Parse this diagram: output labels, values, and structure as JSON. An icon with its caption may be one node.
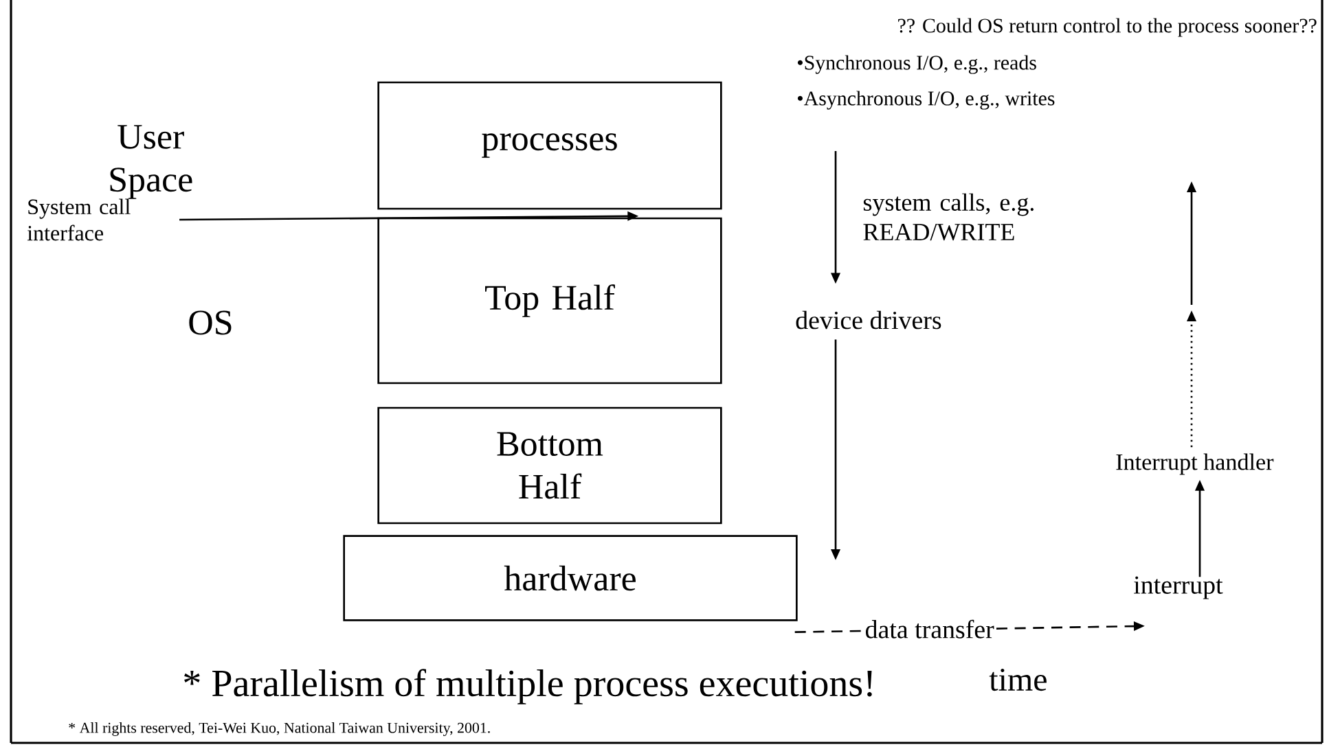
{
  "diagram": {
    "caption": "* Parallelism of multiple process executions!",
    "nodes": [
      {
        "text": [
          "processes"
        ]
      },
      {
        "text": [
          "Top Half"
        ]
      },
      {
        "text": [
          "Bottom Half"
        ]
      },
      {
        "text": [
          "hardware"
        ]
      },
      {
        "text": [
          "System call interface"
        ]
      },
      {
        "text": [
          "device drivers"
        ]
      },
      {
        "text": [
          "Interrupt handler"
        ]
      },
      {
        "text": [
          "interrupt"
        ]
      }
    ],
    "edges": [
      {
        "from": 4,
        "to": 1,
        "arrow": "to"
      },
      {
        "from": null,
        "to": 5,
        "arrow": "to",
        "label": "system calls, e.g. READ/WRITE"
      },
      {
        "from": 5,
        "to": null,
        "arrow": "to"
      },
      {
        "from": 3,
        "to": 7,
        "arrow": "to",
        "style": "dashed",
        "label": "data transfer"
      },
      {
        "from": 7,
        "to": 6,
        "arrow": "to"
      },
      {
        "from": 6,
        "to": null,
        "arrow": "to",
        "style": "dashed"
      }
    ],
    "labels": [
      "?? Could OS return control to the process sooner??",
      "•Synchronous I/O, e.g., reads",
      "•Asynchronous I/O, e.g., writes",
      "User Space",
      "OS",
      "time",
      "* All rights reserved, Tei-Wei Kuo, National Taiwan University, 2001."
    ]
  }
}
